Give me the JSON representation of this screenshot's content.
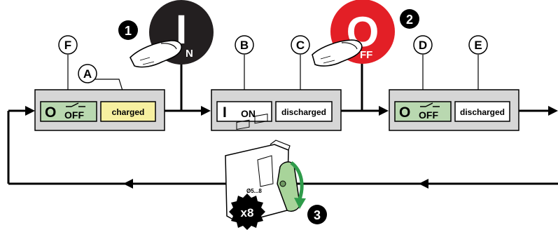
{
  "callouts": {
    "A": "A",
    "B": "B",
    "C": "C",
    "D": "D",
    "E": "E",
    "F": "F"
  },
  "steps": {
    "step1": "1",
    "step2": "2",
    "step3": "3"
  },
  "buttons": {
    "on_letter": "I",
    "on_suffix": "N",
    "off_letter": "O",
    "off_suffix": "FF"
  },
  "panel1": {
    "state_letter": "O",
    "state_word": "OFF",
    "spring_status": "charged"
  },
  "panel2": {
    "state_letter": "I",
    "state_word": "ON",
    "spring_status": "discharged"
  },
  "panel3": {
    "state_letter": "O",
    "state_word": "OFF",
    "spring_status": "discharged"
  },
  "charging": {
    "count": "x8",
    "diameter_label": "Ø5...8"
  },
  "colors": {
    "panel_bg": "#d6d6d6",
    "off_green": "#b9d8b0",
    "charged_yellow": "#f7f0a0",
    "on_black": "#231f20",
    "off_red": "#e31f26",
    "handle_green": "#a8d49a",
    "arrow_green": "#2e9b4a"
  }
}
